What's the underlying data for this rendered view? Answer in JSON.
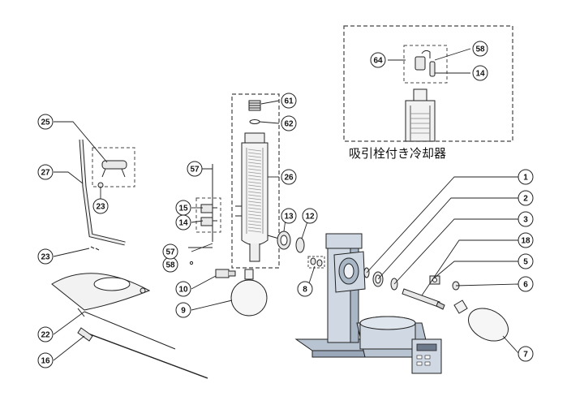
{
  "inset_caption": "吸引栓付き冷却器",
  "callouts": {
    "c1": "1",
    "c2": "2",
    "c3": "3",
    "c18": "18",
    "c5": "5",
    "c6": "6",
    "c7": "7",
    "c9": "9",
    "c10": "10",
    "c58a": "58",
    "c57a": "57",
    "c14a": "14",
    "c15": "15",
    "c57b": "57",
    "c26": "26",
    "c62": "62",
    "c61": "61",
    "c13": "13",
    "c12": "12",
    "c8": "8",
    "c25": "25",
    "c27": "27",
    "c23a": "23",
    "c23b": "23",
    "c22": "22",
    "c16": "16",
    "c64": "64",
    "c58b": "58",
    "c14b": "14"
  },
  "colors": {
    "line": "#222222",
    "machine_fill": "#cfd8e3",
    "machine_dark": "#a9b6c6",
    "dash": "#444444"
  }
}
